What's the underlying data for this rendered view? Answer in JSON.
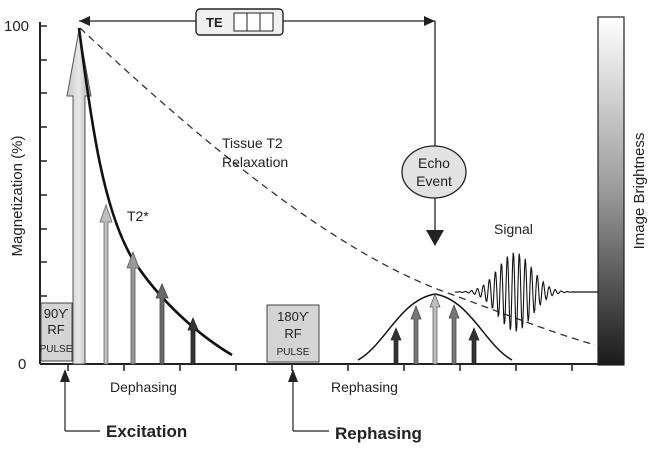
{
  "y_axis": {
    "label": "Magnetization (%)",
    "tick_max": "100",
    "tick_min": "0"
  },
  "te_box": {
    "label": "TE"
  },
  "tissue_label": {
    "line1": "Tissue T2",
    "line2": "Relaxation"
  },
  "t2star_label": "T2*",
  "echo_event": {
    "line1": "Echo",
    "line2": "Event"
  },
  "signal_label": "Signal",
  "pulse_90": {
    "line1": "90ϒ",
    "line2": "RF",
    "line3": "PULSE"
  },
  "pulse_180": {
    "line1": "180ϒ",
    "line2": "RF",
    "line3": "PULSE"
  },
  "dephasing_label": "Dephasing",
  "rephasing_label": "Rephasing",
  "excitation_label": "Excitation",
  "rephasing_bold_label": "Rephasing",
  "brightness_label": "Image Brightness"
}
